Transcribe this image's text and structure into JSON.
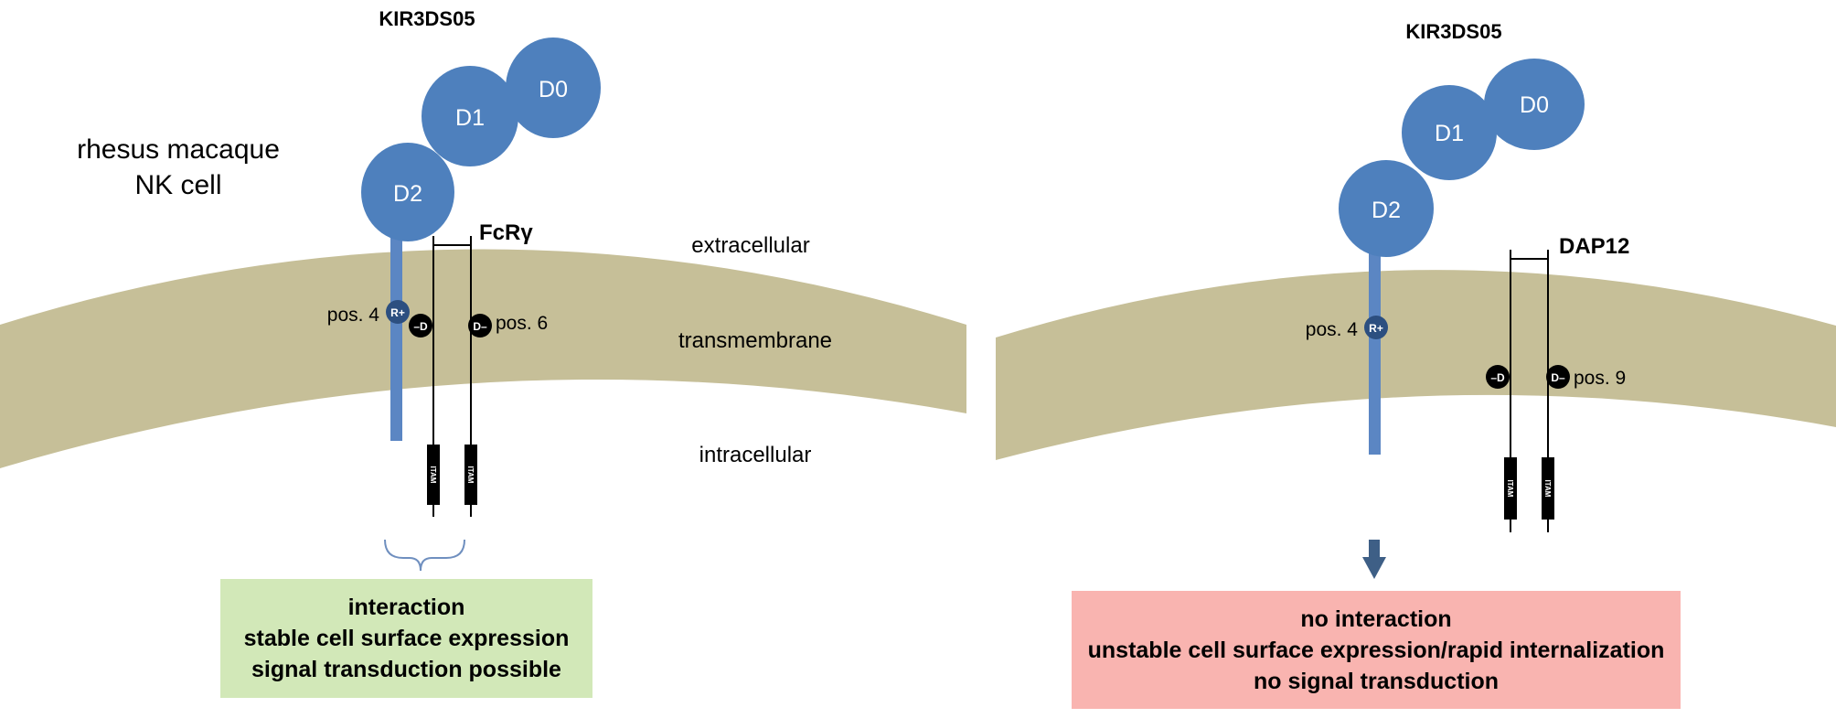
{
  "colors": {
    "membrane": "#c6bf98",
    "domain_fill": "#4e80bd",
    "receptor_stem": "#5b86c3",
    "residue_r_fill": "#2c4f80",
    "residue_d_fill": "#000000",
    "arrow": "#3e5f86",
    "brace": "#6f8fbf",
    "box_interaction": "#d2e8b8",
    "box_no_interaction": "#f9b4b0"
  },
  "left_panel": {
    "cell_label_line1": "rhesus macaque",
    "cell_label_line2": "NK cell",
    "receptor_name": "KIR3DS05",
    "domains": [
      "D0",
      "D1",
      "D2"
    ],
    "adaptor_name": "FcRγ",
    "residue_receptor": "R+",
    "residue_adaptor_1": "–D",
    "residue_adaptor_2": "D–",
    "pos_receptor": "pos. 4",
    "pos_adaptor": "pos. 6",
    "itam_label": "ITAM",
    "region_extracellular": "extracellular",
    "region_transmembrane": "transmembrane",
    "region_intracellular": "intracellular",
    "outcome_lines": [
      "interaction",
      "stable cell surface expression",
      "signal transduction possible"
    ]
  },
  "right_panel": {
    "receptor_name": "KIR3DS05",
    "domains": [
      "D0",
      "D1",
      "D2"
    ],
    "adaptor_name": "DAP12",
    "residue_receptor": "R+",
    "residue_adaptor_1": "–D",
    "residue_adaptor_2": "D–",
    "pos_receptor": "pos. 4",
    "pos_adaptor": "pos. 9",
    "itam_label": "ITAM",
    "outcome_lines": [
      "no interaction",
      "unstable cell surface expression/rapid internalization",
      "no signal transduction"
    ]
  }
}
